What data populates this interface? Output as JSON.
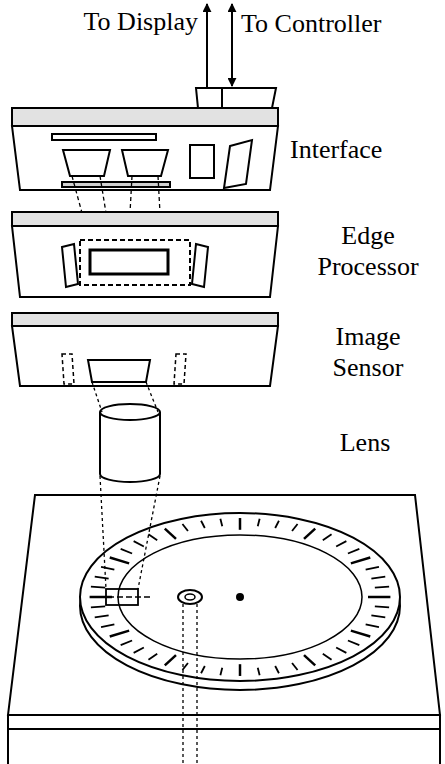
{
  "diagram": {
    "labels": [
      "To Display",
      "To Controller",
      "Interface",
      "Edge Processor",
      "Image Sensor",
      "Lens"
    ]
  }
}
